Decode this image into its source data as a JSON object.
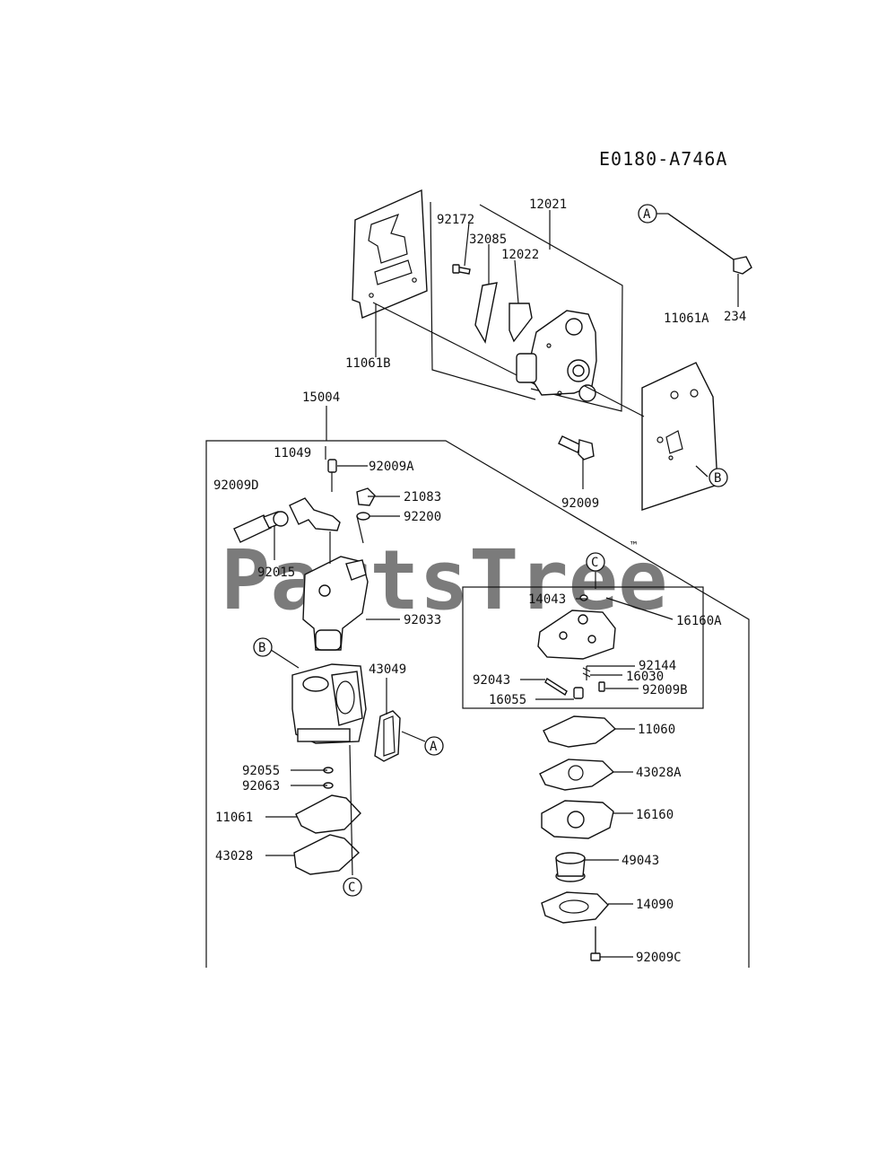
{
  "diagram_code": "E0180-A746A",
  "watermark": {
    "text": "PartsTree",
    "trademark": "™"
  },
  "callouts": {
    "a": "A",
    "b": "B",
    "c": "C"
  },
  "parts": {
    "p12021": "12021",
    "p92172": "92172",
    "p32085": "32085",
    "p12022": "12022",
    "p11061B": "11061B",
    "p11061A": "11061A",
    "p234": "234",
    "p15004": "15004",
    "p11049": "11049",
    "p92009A": "92009A",
    "p92009D": "92009D",
    "p21083": "21083",
    "p92200": "92200",
    "p92015": "92015",
    "p92033": "92033",
    "p92009": "92009",
    "p43049": "43049",
    "p92055": "92055",
    "p92063": "92063",
    "p11061": "11061",
    "p43028": "43028",
    "p14043": "14043",
    "p16160A": "16160A",
    "p92144": "92144",
    "p16030": "16030",
    "p92043": "92043",
    "p92009B": "92009B",
    "p16055": "16055",
    "p11060": "11060",
    "p43028A": "43028A",
    "p16160": "16160",
    "p49043": "49043",
    "p14090": "14090",
    "p92009C": "92009C"
  }
}
